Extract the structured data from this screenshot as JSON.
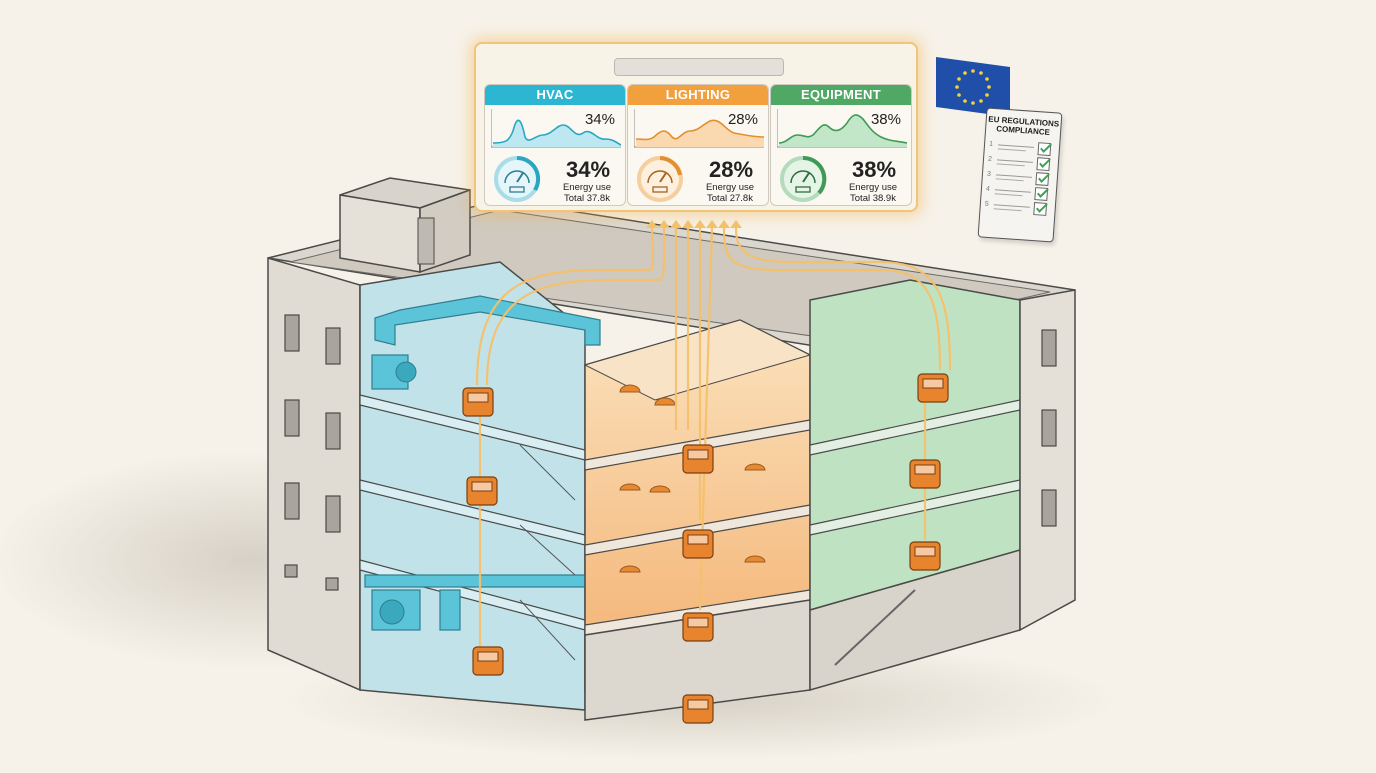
{
  "scene": {
    "description": "Isometric cutaway building with energy sensors feeding a dashboard",
    "background": "#f6f2e9"
  },
  "dashboard": {
    "title_placeholder": "",
    "panels": [
      {
        "label": "HVAC",
        "color": "#2cb6d2",
        "spark_value": "34%",
        "big_value": "34%",
        "sub_label": "Energy use",
        "total": "Total 37.8k",
        "icon": "gauge-icon"
      },
      {
        "label": "LIGHTING",
        "color": "#f2a03d",
        "spark_value": "28%",
        "big_value": "28%",
        "sub_label": "Energy use",
        "total": "Total 27.8k",
        "icon": "gauge-icon"
      },
      {
        "label": "EQUIPMENT",
        "color": "#4fa864",
        "spark_value": "38%",
        "big_value": "38%",
        "sub_label": "Energy use",
        "total": "Total 38.9k",
        "icon": "gauge-icon"
      }
    ]
  },
  "compliance": {
    "flag": "eu-flag-icon",
    "title_line1": "EU REGULATIONS",
    "title_line2": "COMPLIANCE",
    "items": [
      "1",
      "2",
      "3",
      "4",
      "5"
    ],
    "checked": 5
  },
  "zones": [
    {
      "name": "HVAC zone",
      "color": "#bfe3ec",
      "sensors": 3
    },
    {
      "name": "Lighting zone",
      "color": "#f6c28c",
      "sensors": 4
    },
    {
      "name": "Equipment zone",
      "color": "#b9dfbf",
      "sensors": 3
    }
  ],
  "colors": {
    "sensor": "#e8832e",
    "data_line": "#f5c16a",
    "wall": "#e6e1d8",
    "outline": "#4a4a48"
  }
}
